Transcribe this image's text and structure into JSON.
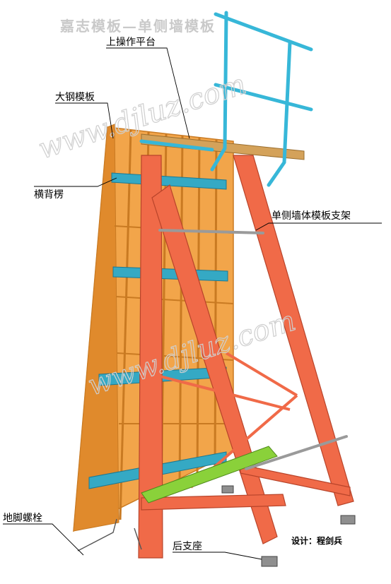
{
  "title": "嘉志模板—单侧墙模板",
  "watermark": "www.djluz.com",
  "labels": {
    "platform": "上操作平台",
    "steel_formwork": "大钢模板",
    "back_purlin": "横背楞",
    "bracket": "单侧墙体模板支架",
    "anchor_bolt": "地脚螺栓",
    "rear_support": "后支座"
  },
  "credit": "设计：程剑兵",
  "colors": {
    "panel": "#f2a54a",
    "panel_edge": "#c97a22",
    "rib": "#e89a3c",
    "purlin": "#35a9c4",
    "frame": "#f06a48",
    "frame_edge": "#b8442a",
    "railing": "#37b7d8",
    "ground_beam": "#8ad13a",
    "rod": "#9a9a9a",
    "deck": "#d4a25a"
  }
}
